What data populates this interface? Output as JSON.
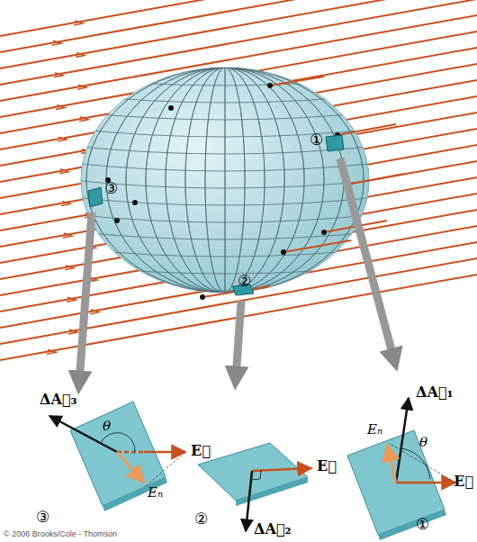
{
  "diagram": {
    "labels": [
      "①",
      "③",
      "②",
      "③",
      "ΔA⃗₃",
      "θ",
      "E⃗",
      "Eₙ",
      "②",
      "E⃗",
      "ΔA⃗₂",
      "ΔA⃗₁",
      "Eₙ",
      "θ",
      "E⃗",
      "①",
      "© 2006 Brooks/Cole - Thomson"
    ]
  }
}
